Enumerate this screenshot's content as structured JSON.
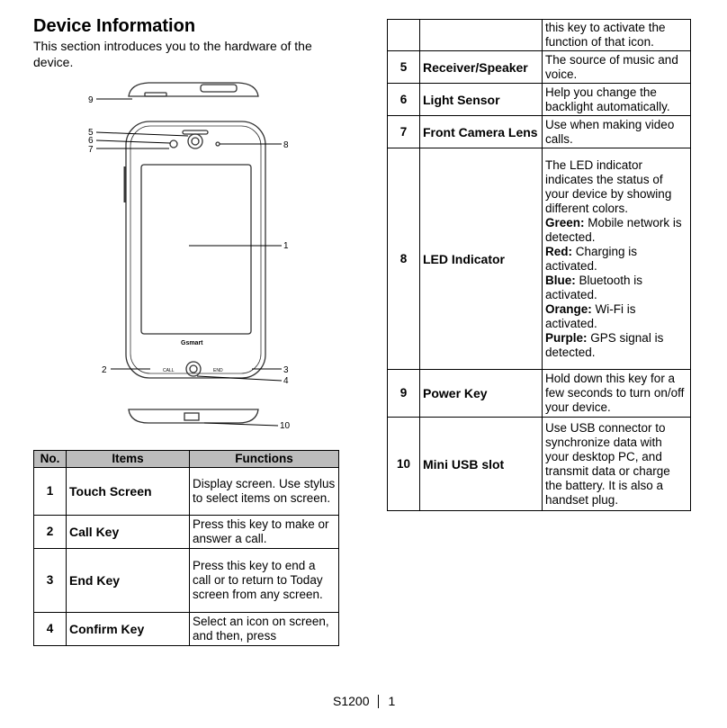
{
  "header": {
    "title": "Device Information",
    "intro": "This section introduces you to the hardware of the device."
  },
  "figure": {
    "brand": "Gsmart",
    "call_label": "CALL",
    "end_label": "END",
    "callouts": [
      "1",
      "2",
      "3",
      "4",
      "5",
      "6",
      "7",
      "8",
      "9",
      "10"
    ]
  },
  "table": {
    "headers": {
      "no": "No.",
      "items": "Items",
      "functions": "Functions"
    },
    "rows": [
      {
        "no": "1",
        "item": "Touch Screen",
        "function": "Display screen. Use stylus to select items on screen."
      },
      {
        "no": "2",
        "item": "Call Key",
        "function": "Press this key to make or answer a call."
      },
      {
        "no": "3",
        "item": "End Key",
        "function": "Press this key to end a call or to return to Today screen from any screen."
      },
      {
        "no": "4",
        "item": "Confirm Key",
        "function": "Select an icon on screen, and then, press this key to activate the function of that icon."
      },
      {
        "no": "5",
        "item": "Receiver/Speaker",
        "function": "The source of music and voice."
      },
      {
        "no": "6",
        "item": "Light Sensor",
        "function": "Help you change the backlight automatically."
      },
      {
        "no": "7",
        "item": "Front Camera Lens",
        "function": "Use when making video calls."
      },
      {
        "no": "8",
        "item": "LED Indicator",
        "function_intro": "The LED indicator indicates the status of your device by showing different colors.",
        "colors": [
          {
            "label": "Green:",
            "text": "Mobile network is detected."
          },
          {
            "label": "Red:",
            "text": "Charging is activated."
          },
          {
            "label": "Blue:",
            "text": "Bluetooth is activated."
          },
          {
            "label": "Orange:",
            "text": "Wi-Fi is activated."
          },
          {
            "label": "Purple:",
            "text": "GPS signal is detected."
          }
        ]
      },
      {
        "no": "9",
        "item": "Power Key",
        "function": "Hold down this key for a few seconds to turn on/off your device."
      },
      {
        "no": "10",
        "item": "Mini USB slot",
        "function": "Use USB connector to synchronize data with your desktop PC, and transmit data or charge the battery. It is also a handset plug."
      }
    ],
    "split": {
      "row4_part1": "Select an icon on screen, and then, press",
      "row4_part2": "this key to activate the function of that icon."
    }
  },
  "footer": {
    "model": "S1200",
    "page": "1"
  }
}
